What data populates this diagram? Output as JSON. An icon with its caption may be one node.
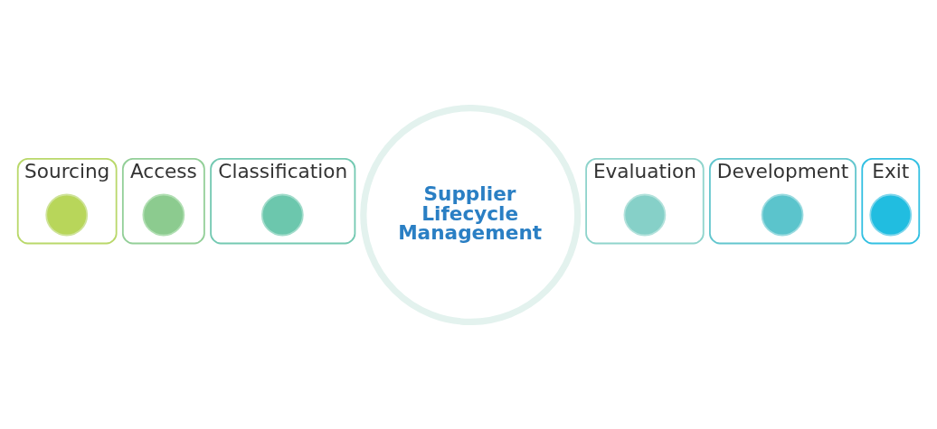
{
  "diagram": {
    "nodes": [
      {
        "text": [
          "Supplier Lifecycle Management"
        ]
      },
      {
        "text": [
          "Sourcing"
        ]
      },
      {
        "text": [],
        "shape": "circle",
        "in": 1
      },
      {
        "text": [
          "Access"
        ]
      },
      {
        "text": [],
        "shape": "circle",
        "in": 3
      },
      {
        "text": [
          "Classification"
        ]
      },
      {
        "text": [],
        "shape": "circle",
        "in": 5
      },
      {
        "text": [
          "Evaluation"
        ]
      },
      {
        "text": [],
        "shape": "circle",
        "in": 7
      },
      {
        "text": [
          "Development"
        ]
      },
      {
        "text": [],
        "shape": "circle",
        "in": 9
      },
      {
        "text": [
          "Exit"
        ]
      },
      {
        "text": [],
        "shape": "circle",
        "in": 11
      }
    ],
    "edges": []
  }
}
